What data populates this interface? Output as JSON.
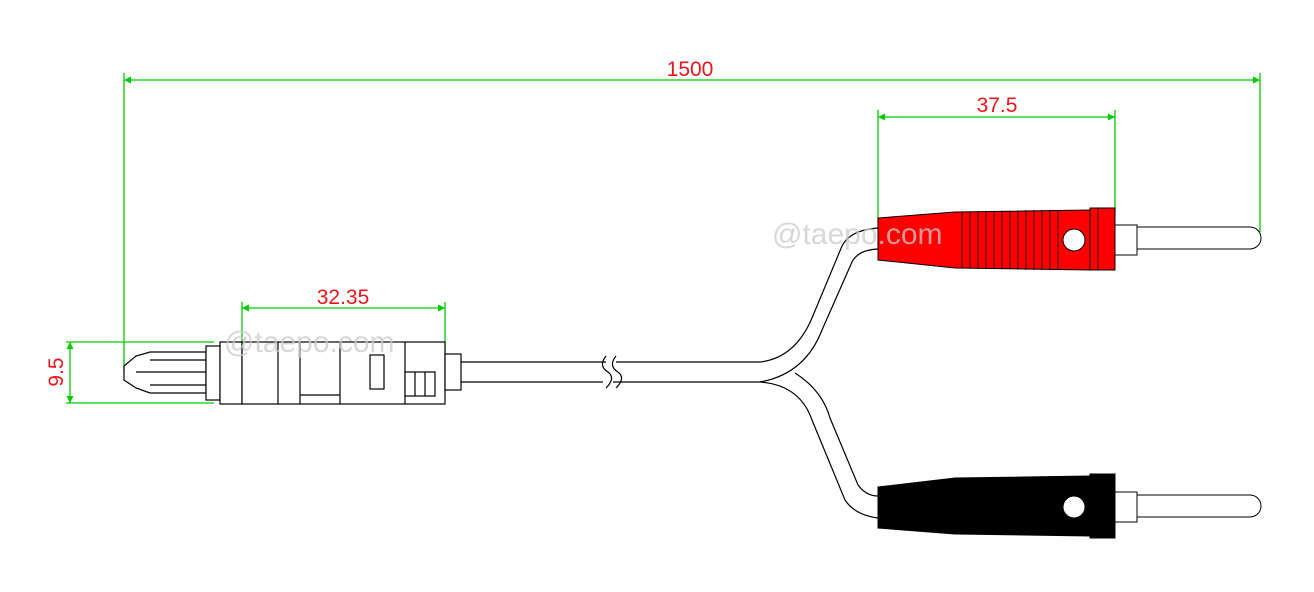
{
  "dimensions": {
    "overall_length": "1500",
    "plug_body_length": "37.5",
    "connector_length": "32.35",
    "connector_height": "9.5"
  },
  "watermarks": [
    "@taepo.com",
    "@taepo.com"
  ],
  "colors": {
    "dimension_line": "#00cc00",
    "dimension_text": "#e8161b",
    "outline": "#000000",
    "red_plug": "#ff0000",
    "black_plug": "#000000"
  }
}
